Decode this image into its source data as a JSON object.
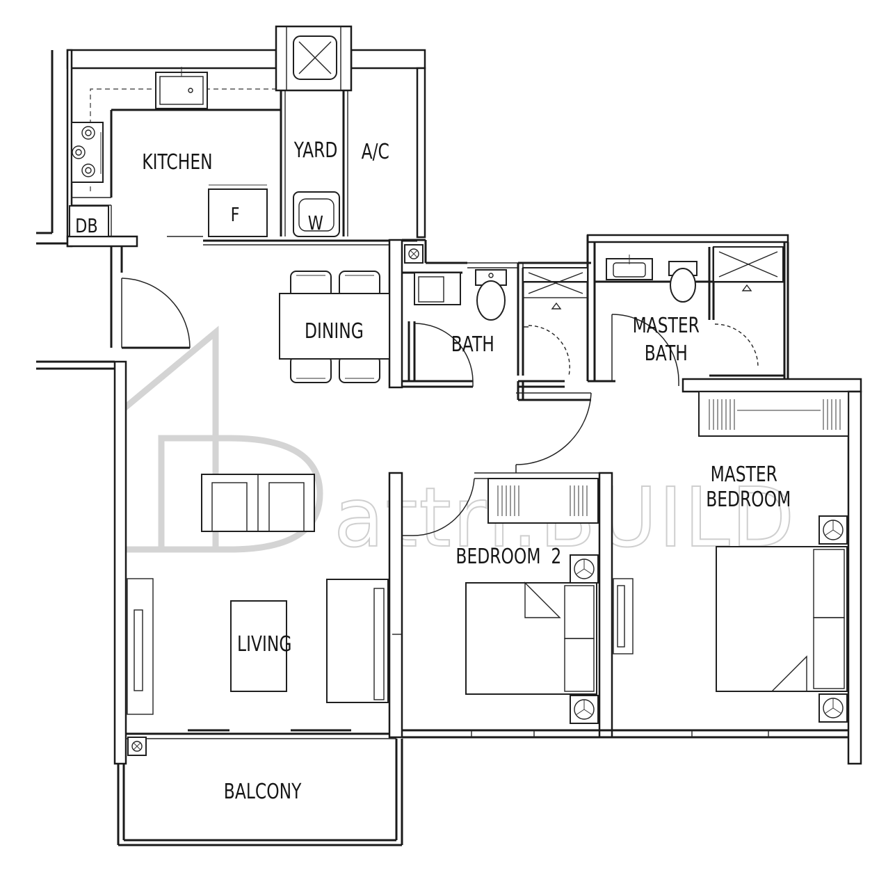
{
  "rooms": {
    "kitchen": "KITCHEN",
    "yard": "YARD",
    "ac": "A/C",
    "db": "DB",
    "fridge": "F",
    "washer": "W",
    "dining": "DINING",
    "bath": "BATH",
    "master_bath_line1": "MASTER",
    "master_bath_line2": "BATH",
    "master_bedroom_line1": "MASTER",
    "master_bedroom_line2": "BEDROOM",
    "bedroom2": "BEDROOM  2",
    "living": "LIVING",
    "balcony": "BALCONY"
  },
  "watermark": {
    "text": "attri.BUILD",
    "color": "#cfcfcf"
  },
  "colors": {
    "line": "#1a1a1a",
    "background": "#ffffff"
  }
}
